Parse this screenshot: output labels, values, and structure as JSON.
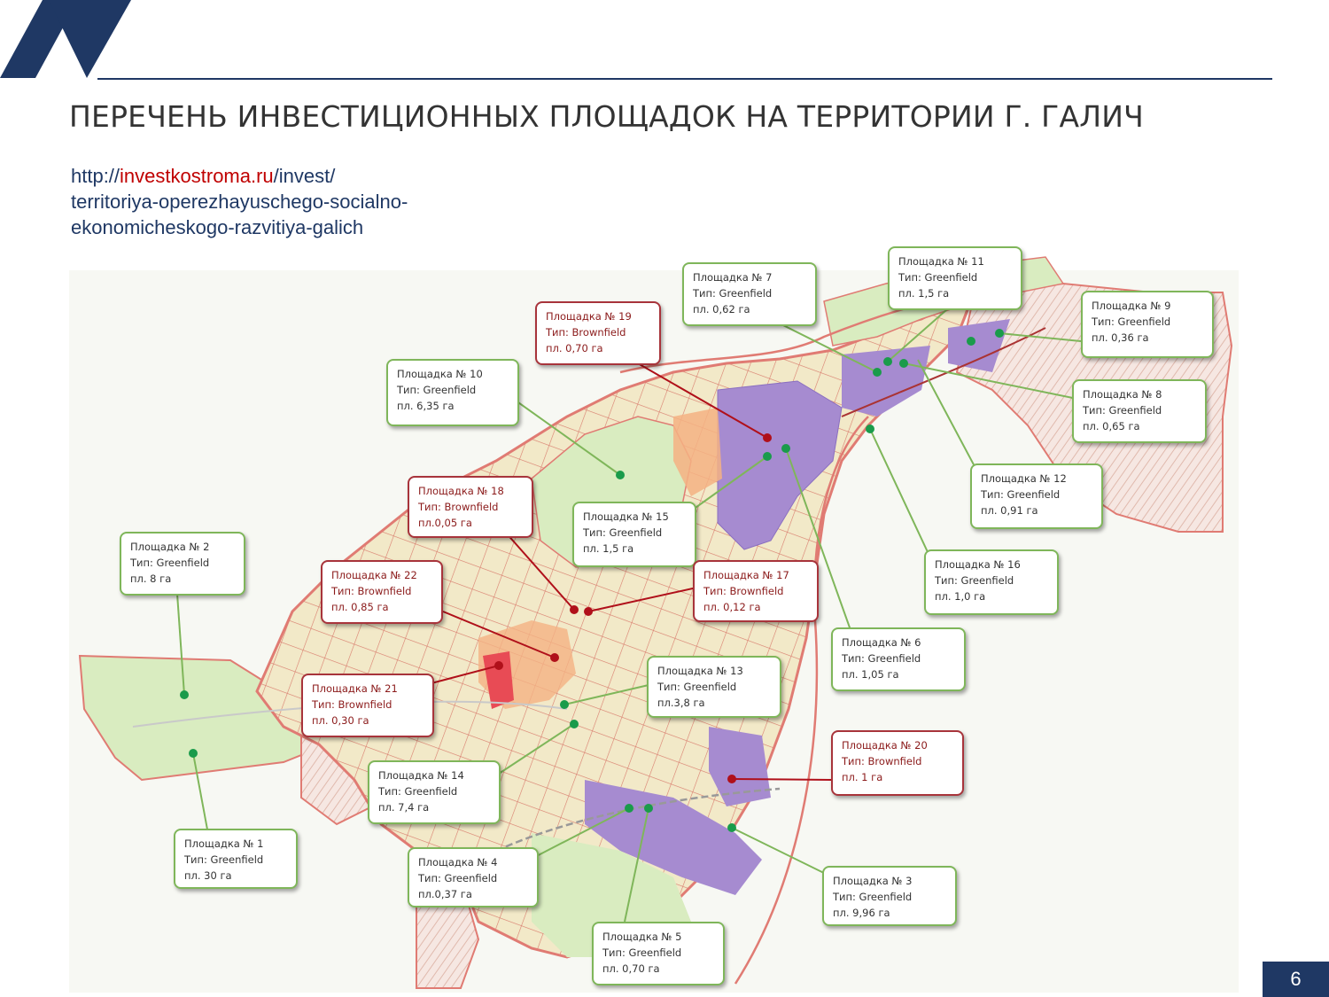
{
  "header": {
    "title": "ПЕРЕЧЕНЬ ИНВЕСТИЦИОННЫХ ПЛОЩАДОК НА ТЕРРИТОРИИ Г. ГАЛИЧ",
    "url_prefix": "http://",
    "url_highlight": "investkostroma.ru",
    "url_rest1": "/invest/",
    "url_line2": "territoriya-operezhayuschego-socialno-",
    "url_line3": "ekonomicheskogo-razvitiya-galich"
  },
  "colors": {
    "brand": "#1f3864",
    "highlight": "#c00000",
    "greenfield_border": "#7fb65a",
    "brownfield_border": "#a8343b",
    "greenfield_dot": "#1a9b4b",
    "brownfield_dot": "#b0101a"
  },
  "sites": [
    {
      "id": "s1",
      "l1": "Площадка № 1",
      "l2": "Тип: Greenfield",
      "l3": "пл. 30 га",
      "type": "greenfield"
    },
    {
      "id": "s2",
      "l1": "Площадка № 2",
      "l2": "Тип: Greenfield",
      "l3": "пл. 8 га",
      "type": "greenfield"
    },
    {
      "id": "s3",
      "l1": "Площадка № 3",
      "l2": "Тип: Greenfield",
      "l3": "пл. 9,96 га",
      "type": "greenfield"
    },
    {
      "id": "s4",
      "l1": "Площадка № 4",
      "l2": "Тип: Greenfield",
      "l3": "пл.0,37 га",
      "type": "greenfield"
    },
    {
      "id": "s5",
      "l1": "Площадка № 5",
      "l2": "Тип: Greenfield",
      "l3": "пл. 0,70 га",
      "type": "greenfield"
    },
    {
      "id": "s6",
      "l1": "Площадка № 6",
      "l2": "Тип: Greenfield",
      "l3": "пл. 1,05 га",
      "type": "greenfield"
    },
    {
      "id": "s7",
      "l1": "Площадка № 7",
      "l2": "Тип: Greenfield",
      "l3": "пл. 0,62 га",
      "type": "greenfield"
    },
    {
      "id": "s8",
      "l1": "Площадка № 8",
      "l2": "Тип: Greenfield",
      "l3": "пл. 0,65 га",
      "type": "greenfield"
    },
    {
      "id": "s9",
      "l1": "Площадка № 9",
      "l2": "Тип: Greenfield",
      "l3": "пл. 0,36 га",
      "type": "greenfield"
    },
    {
      "id": "s10",
      "l1": "Площадка № 10",
      "l2": "Тип: Greenfield",
      "l3": "пл. 6,35 га",
      "type": "greenfield"
    },
    {
      "id": "s11",
      "l1": "Площадка № 11",
      "l2": "Тип: Greenfield",
      "l3": "пл. 1,5 га",
      "type": "greenfield"
    },
    {
      "id": "s12",
      "l1": "Площадка № 12",
      "l2": "Тип: Greenfield",
      "l3": "пл. 0,91 га",
      "type": "greenfield"
    },
    {
      "id": "s13",
      "l1": "Площадка № 13",
      "l2": "Тип: Greenfield",
      "l3": "пл.3,8 га",
      "type": "greenfield"
    },
    {
      "id": "s14",
      "l1": "Площадка № 14",
      "l2": "Тип: Greenfield",
      "l3": "пл. 7,4 га",
      "type": "greenfield"
    },
    {
      "id": "s15",
      "l1": "Площадка № 15",
      "l2": "Тип: Greenfield",
      "l3": "пл. 1,5 га",
      "type": "greenfield"
    },
    {
      "id": "s16",
      "l1": "Площадка № 16",
      "l2": "Тип: Greenfield",
      "l3": "пл. 1,0 га",
      "type": "greenfield"
    },
    {
      "id": "s17",
      "l1": "Площадка № 17",
      "l2": "Тип: Brownfield",
      "l3": "пл. 0,12 га",
      "type": "brownfield"
    },
    {
      "id": "s18",
      "l1": "Площадка № 18",
      "l2": "Тип: Brownfield",
      "l3": "пл.0,05 га",
      "type": "brownfield"
    },
    {
      "id": "s19",
      "l1": "Площадка № 19",
      "l2": "Тип: Brownfield",
      "l3": "пл. 0,70 га",
      "type": "brownfield"
    },
    {
      "id": "s20",
      "l1": "Площадка № 20",
      "l2": "Тип: Brownfield",
      "l3": "пл. 1 га",
      "type": "brownfield"
    },
    {
      "id": "s21",
      "l1": "Площадка № 21",
      "l2": "Тип: Brownfield",
      "l3": "пл. 0,30 га",
      "type": "brownfield"
    },
    {
      "id": "s22",
      "l1": "Площадка № 22",
      "l2": "Тип: Brownfield",
      "l3": "пл. 0,85 га",
      "type": "brownfield"
    }
  ],
  "footer": {
    "page_number": "6"
  }
}
